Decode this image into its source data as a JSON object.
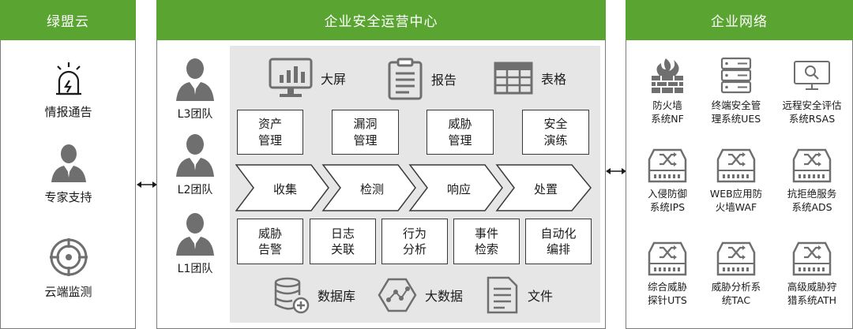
{
  "left": {
    "title": "绿盟云",
    "items": [
      {
        "label": "情报通告",
        "icon": "alarm-light-icon"
      },
      {
        "label": "专家支持",
        "icon": "expert-person-icon"
      },
      {
        "label": "云端监测",
        "icon": "radar-target-icon"
      }
    ]
  },
  "center": {
    "title": "企业安全运营中心",
    "teams": [
      "L3团队",
      "L2团队",
      "L1团队"
    ],
    "top_items": [
      {
        "label": "大屏",
        "icon": "monitor-chart-icon"
      },
      {
        "label": "报告",
        "icon": "clipboard-report-icon"
      },
      {
        "label": "表格",
        "icon": "table-grid-icon"
      }
    ],
    "mgmt_boxes": [
      {
        "line1": "资产",
        "line2": "管理"
      },
      {
        "line1": "漏洞",
        "line2": "管理"
      },
      {
        "line1": "威胁",
        "line2": "管理"
      },
      {
        "line1": "安全",
        "line2": "演练"
      }
    ],
    "flow_steps": [
      "收集",
      "检测",
      "响应",
      "处置"
    ],
    "func_boxes": [
      {
        "line1": "威胁",
        "line2": "告警"
      },
      {
        "line1": "日志",
        "line2": "关联"
      },
      {
        "line1": "行为",
        "line2": "分析"
      },
      {
        "line1": "事件",
        "line2": "检索"
      },
      {
        "line1": "自动化",
        "line2": "编排"
      }
    ],
    "bottom_items": [
      {
        "label": "数据库",
        "icon": "database-add-icon"
      },
      {
        "label": "大数据",
        "icon": "big-data-icon"
      },
      {
        "label": "文件",
        "icon": "document-file-icon"
      }
    ]
  },
  "right": {
    "title": "企业网络",
    "items": [
      {
        "line1": "防火墙",
        "line2": "系统NF",
        "icon": "firewall-icon"
      },
      {
        "line1": "终端安全管",
        "line2": "理系统UES",
        "icon": "server-rack-icon"
      },
      {
        "line1": "远程安全评估",
        "line2": "系统RSAS",
        "icon": "monitor-search-icon"
      },
      {
        "line1": "入侵防御",
        "line2": "系统IPS",
        "icon": "network-device-icon"
      },
      {
        "line1": "WEB应用防",
        "line2": "火墙WAF",
        "icon": "network-device-icon"
      },
      {
        "line1": "抗拒绝服务",
        "line2": "系统ADS",
        "icon": "network-device-icon"
      },
      {
        "line1": "综合威胁",
        "line2": "探针UTS",
        "icon": "network-device-icon"
      },
      {
        "line1": "威胁分析系",
        "line2": "统TAC",
        "icon": "network-device-icon"
      },
      {
        "line1": "高级威胁狩",
        "line2": "猎系统ATH",
        "icon": "network-device-icon"
      }
    ]
  },
  "colors": {
    "header_green": "#5aa532",
    "icon_gray": "#6f6f6f",
    "inner_bg": "#e6e6e6"
  }
}
